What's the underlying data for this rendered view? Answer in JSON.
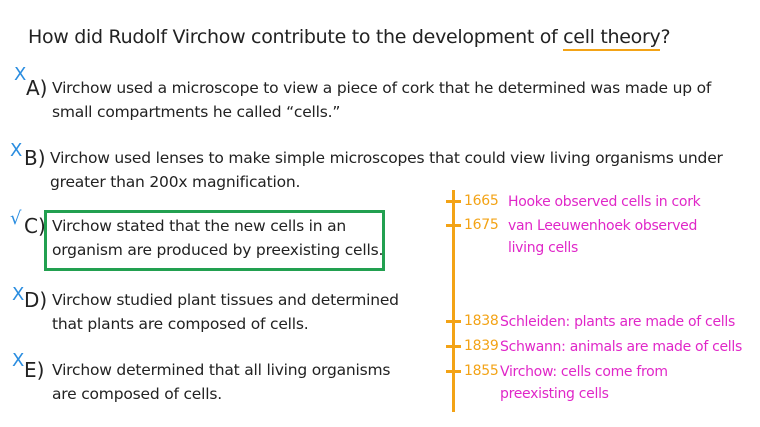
{
  "question": {
    "prefix": "How did Rudolf Virchow contribute to the development of ",
    "highlight": "cell theory",
    "suffix": "?"
  },
  "options": [
    {
      "letter": "A)",
      "mark": "X",
      "line1": "Virchow used a microscope to view a piece of cork that he determined was made up of",
      "line2": "small compartments he called “cells.”"
    },
    {
      "letter": "B)",
      "mark": "X",
      "line1": "Virchow used lenses to make simple microscopes that could view living organisms under",
      "line2": "greater than 200x magnification."
    },
    {
      "letter": "C)",
      "mark": "√",
      "line1": "Virchow stated that the new cells in an",
      "line2": "organism are produced by preexisting cells."
    },
    {
      "letter": "D)",
      "mark": "X",
      "line1": "Virchow studied plant tissues and determined",
      "line2": "that plants are composed of cells."
    },
    {
      "letter": "E)",
      "mark": "X",
      "line1": "Virchow determined that all living organisms",
      "line2": "are composed of cells."
    }
  ],
  "timeline": [
    {
      "year": "1665",
      "event1": "Hooke observed cells in cork",
      "event2": ""
    },
    {
      "year": "1675",
      "event1": "van Leeuwenhoek observed",
      "event2": "living cells"
    },
    {
      "year": "1838",
      "event1": "Schleiden: plants are made of cells",
      "event2": ""
    },
    {
      "year": "1839",
      "event1": "Schwann: animals are made of cells",
      "event2": ""
    },
    {
      "year": "1855",
      "event1": "Virchow: cells come from",
      "event2": "preexisting cells"
    }
  ],
  "colors": {
    "correct_box": "#22a050",
    "timeline_year": "#f3a316",
    "timeline_event": "#e027c8",
    "marks": "#2a8de0",
    "underline": "#f3a316"
  }
}
